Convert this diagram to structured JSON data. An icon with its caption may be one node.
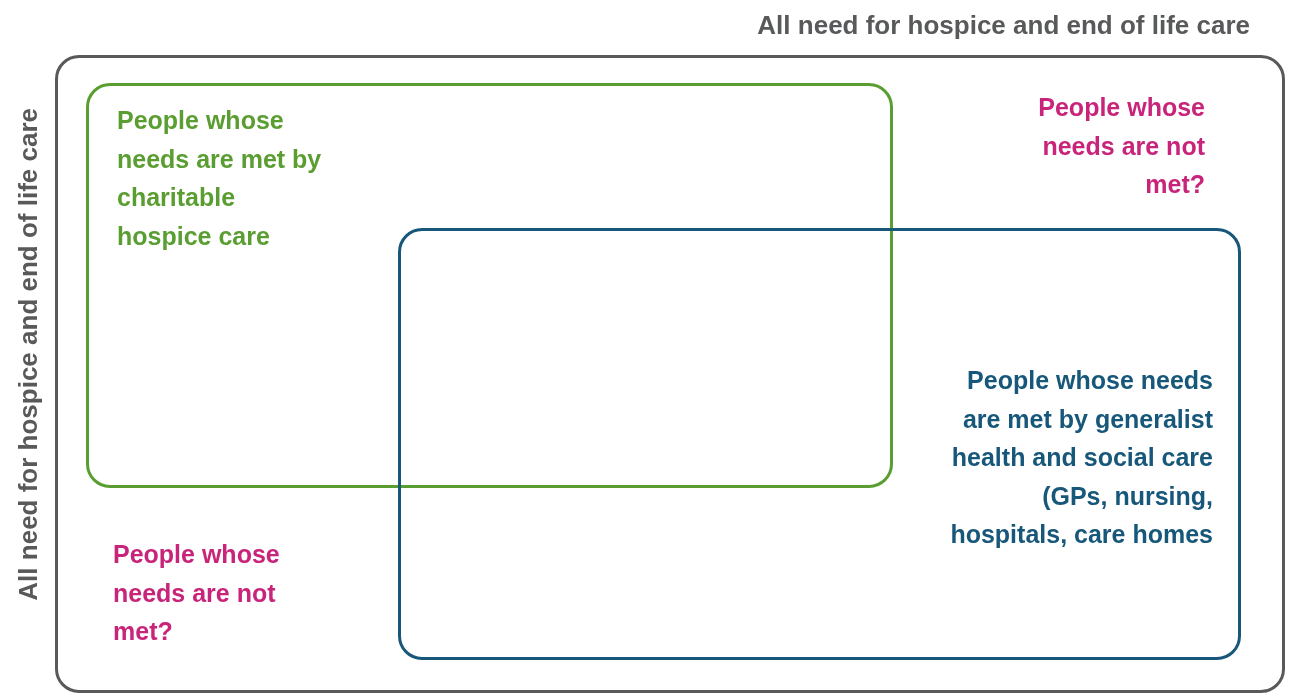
{
  "diagram": {
    "nodes": [
      {
        "text": [
          "All need for hospice and end of life care",
          "All need for hospice and end of life care"
        ]
      },
      {
        "text": [
          "People whose needs are met by charitable hospice care"
        ],
        "in": 0
      },
      {
        "text": [
          "People whose needs are met by generalist health and social care (GPs, nursing, hospitals, care homes"
        ],
        "in": 0
      }
    ],
    "labels": [
      "People whose needs are not met?",
      "People whose needs are not met?"
    ]
  }
}
